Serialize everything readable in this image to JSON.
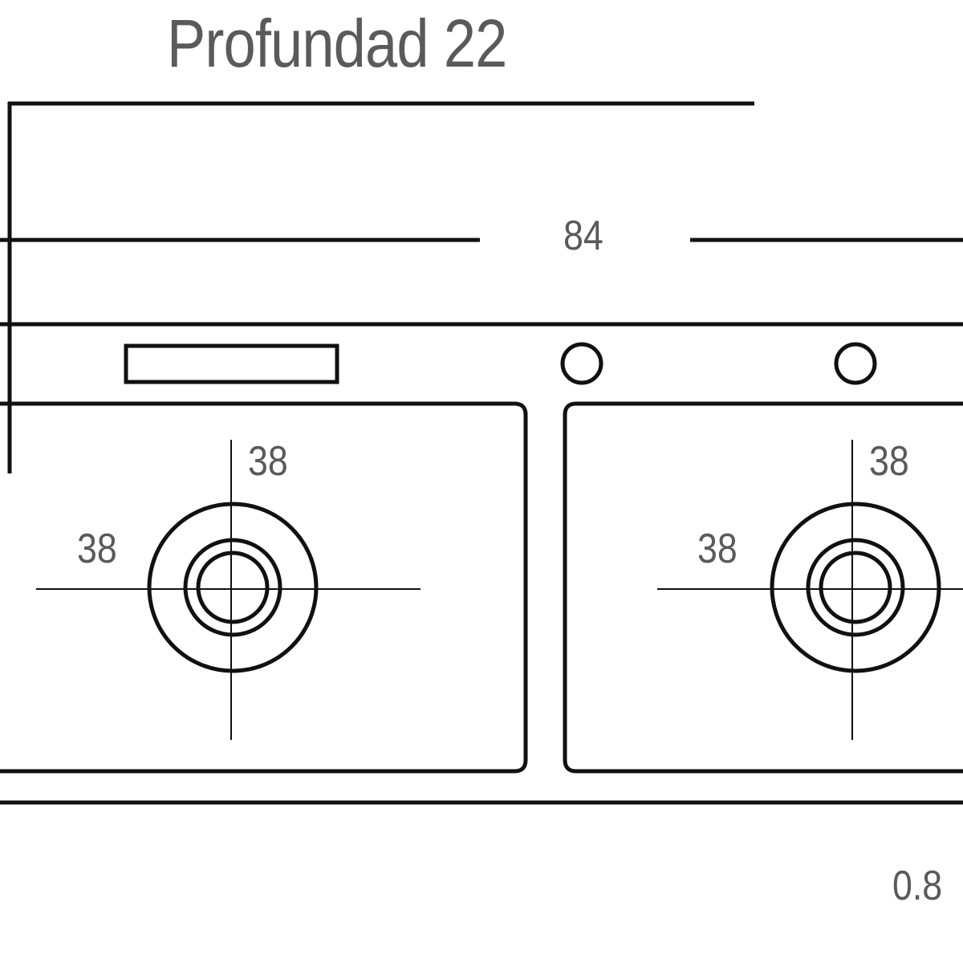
{
  "title": "Profundad 22",
  "dimensions": {
    "width": "84",
    "bowl_left_vertical": "38",
    "bowl_left_horizontal": "38",
    "bowl_right_vertical": "38",
    "bowl_right_horizontal": "38",
    "thickness": "0.8"
  },
  "colors": {
    "line": "#111111",
    "text": "#5a5a5a"
  }
}
